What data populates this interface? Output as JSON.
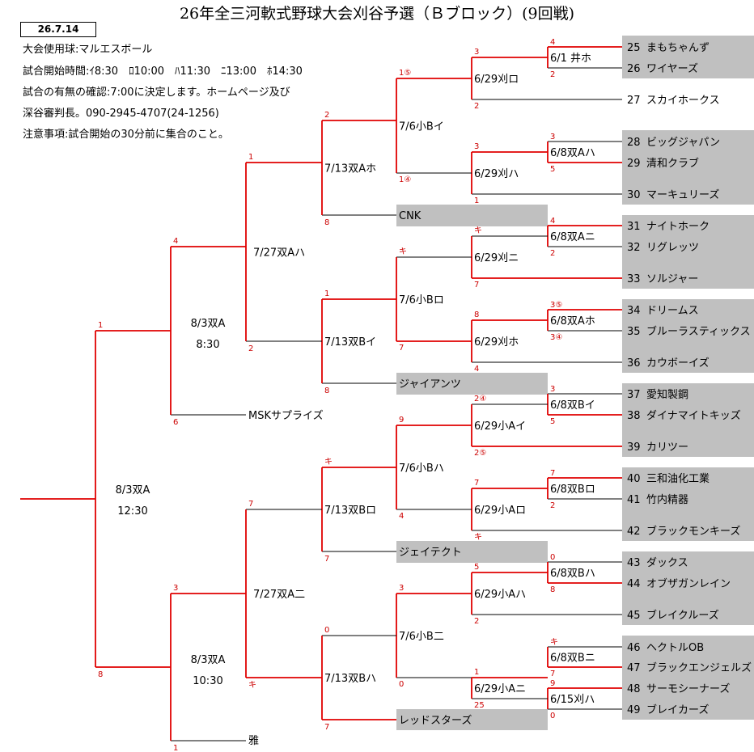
{
  "title": "26年全三河軟式野球大会刈谷予選（Ｂブロック）(9回戦)",
  "date_box": "26.7.14",
  "info_lines": [
    "大会使用球:マルエスボール",
    "試合開始時間:ｲ8:30　ﾛ10:00　ﾊ11:30　ﾆ13:00　ﾎ14:30",
    "試合の有無の確認:7:00に決定します。ホームページ及び",
    "深谷審判長。090-2945-4707(24-1256)",
    "注意事項:試合開始の30分前に集合のこと。"
  ],
  "colors": {
    "winner_line": "#e00000",
    "loser_line": "#000000",
    "team_fill": "#c0c0c0",
    "score": "#cc0000"
  },
  "teams": [
    {
      "no": "25",
      "name": "まもちゃんず"
    },
    {
      "no": "26",
      "name": "ワイヤーズ"
    },
    {
      "no": "27",
      "name": "スカイホークス"
    },
    {
      "no": "28",
      "name": "ビッグジャパン"
    },
    {
      "no": "29",
      "name": "清和クラブ"
    },
    {
      "no": "30",
      "name": "マーキュリーズ"
    },
    {
      "no": "31",
      "name": "ナイトホーク"
    },
    {
      "no": "32",
      "name": "リグレッツ"
    },
    {
      "no": "33",
      "name": "ソルジャー"
    },
    {
      "no": "34",
      "name": "ドリームス"
    },
    {
      "no": "35",
      "name": "ブルーラスティックス"
    },
    {
      "no": "36",
      "name": "カウボーイズ"
    },
    {
      "no": "37",
      "name": "愛知製鋼"
    },
    {
      "no": "38",
      "name": "ダイナマイトキッズ"
    },
    {
      "no": "39",
      "name": "カリツー"
    },
    {
      "no": "40",
      "name": "三和油化工業"
    },
    {
      "no": "41",
      "name": "竹内精器"
    },
    {
      "no": "42",
      "name": "ブラックモンキーズ"
    },
    {
      "no": "43",
      "name": "ダックス"
    },
    {
      "no": "44",
      "name": "オブザガンレイン"
    },
    {
      "no": "45",
      "name": "ブレイクルーズ"
    },
    {
      "no": "46",
      "name": "ヘクトルOB"
    },
    {
      "no": "47",
      "name": "ブラックエンジェルズ"
    },
    {
      "no": "48",
      "name": "サーモシーナーズ"
    },
    {
      "no": "49",
      "name": "ブレイカーズ"
    }
  ],
  "seeded_teams": {
    "cnk": "CNK",
    "giants": "ジャイアンツ",
    "jtect": "ジェイテクト",
    "redstars": "レッドスターズ",
    "msk": "MSKサプライズ",
    "miyabi": "雅"
  },
  "matches": {
    "r1_g1": "6/1 井ホ",
    "r1_g2": "6/8双Aハ",
    "r1_g3": "6/8双Aニ",
    "r1_g4": "6/8双Aホ",
    "r1_g5": "6/8双Bイ",
    "r1_g6": "6/8双Bロ",
    "r1_g7": "6/8双Bハ",
    "r1_g8": "6/8双Bニ",
    "r1_g9": "6/15刈ハ",
    "r2_g1": "6/29刈ロ",
    "r2_g2": "6/29刈ハ",
    "r2_g3": "6/29刈ニ",
    "r2_g4": "6/29刈ホ",
    "r2_g5": "6/29小Aイ",
    "r2_g6": "6/29小Aロ",
    "r2_g7": "6/29小Aハ",
    "r2_g8": "6/29小Aニ",
    "r3_g1": "7/6小Bイ",
    "r3_g2": "7/6小Bロ",
    "r3_g3": "7/6小Bハ",
    "r3_g4": "7/6小B二",
    "r4_g1": "7/13双Aホ",
    "r4_g2": "7/13双Bイ",
    "r4_g3": "7/13双Bロ",
    "r4_g4": "7/13双Bハ",
    "r5_g1": "7/27双Aハ",
    "r5_g2": "7/27双A二",
    "r6_g1_date": "8/3双A",
    "r6_g1_time": "8:30",
    "r6_g2_date": "8/3双A",
    "r6_g2_time": "10:30",
    "final_date": "8/3双A",
    "final_time": "12:30"
  },
  "scores": {
    "m1_t": "4",
    "m1_b": "2",
    "m2_t": "3",
    "m2_b": "5",
    "m3_t": "4",
    "m3_b": "2",
    "m4_t": "3⑤",
    "m4_b": "3④",
    "m5_t": "3",
    "m5_b": "5",
    "m6_t": "7",
    "m6_b": "2",
    "m7_t": "0",
    "m7_b": "8",
    "m8_t": "キ",
    "m8_b": "7",
    "m9_t": "9",
    "m9_b": "0",
    "a1_t": "3",
    "a1_b": "2",
    "a2_t": "3",
    "a2_b": "1",
    "a3_t": "キ",
    "a3_b": "7",
    "a4_t": "8",
    "a4_b": "4",
    "a5_t": "2④",
    "a5_b": "2⑤",
    "a6_t": "7",
    "a6_b": "キ",
    "a7_t": "5",
    "a7_b": "2",
    "a8_t": "1",
    "a8_b": "25",
    "b1_t": "1⑤",
    "b1_b": "1④",
    "b2_t": "キ",
    "b2_b": "7",
    "b3_t": "9",
    "b3_b": "4",
    "b4_t": "3",
    "b4_b": "0",
    "c1_t": "2",
    "c1_b": "8",
    "c2_t": "1",
    "c2_b": "8",
    "c3_t": "キ",
    "c3_b": "7",
    "c4_t": "0",
    "c4_b": "7",
    "d1_t": "1",
    "d1_b": "2",
    "d2_t": "7",
    "d2_b": "キ",
    "e1_t": "4",
    "e1_b": "6",
    "e2_t": "3",
    "e2_b": "1",
    "f1_t": "1",
    "f1_b": "8"
  }
}
